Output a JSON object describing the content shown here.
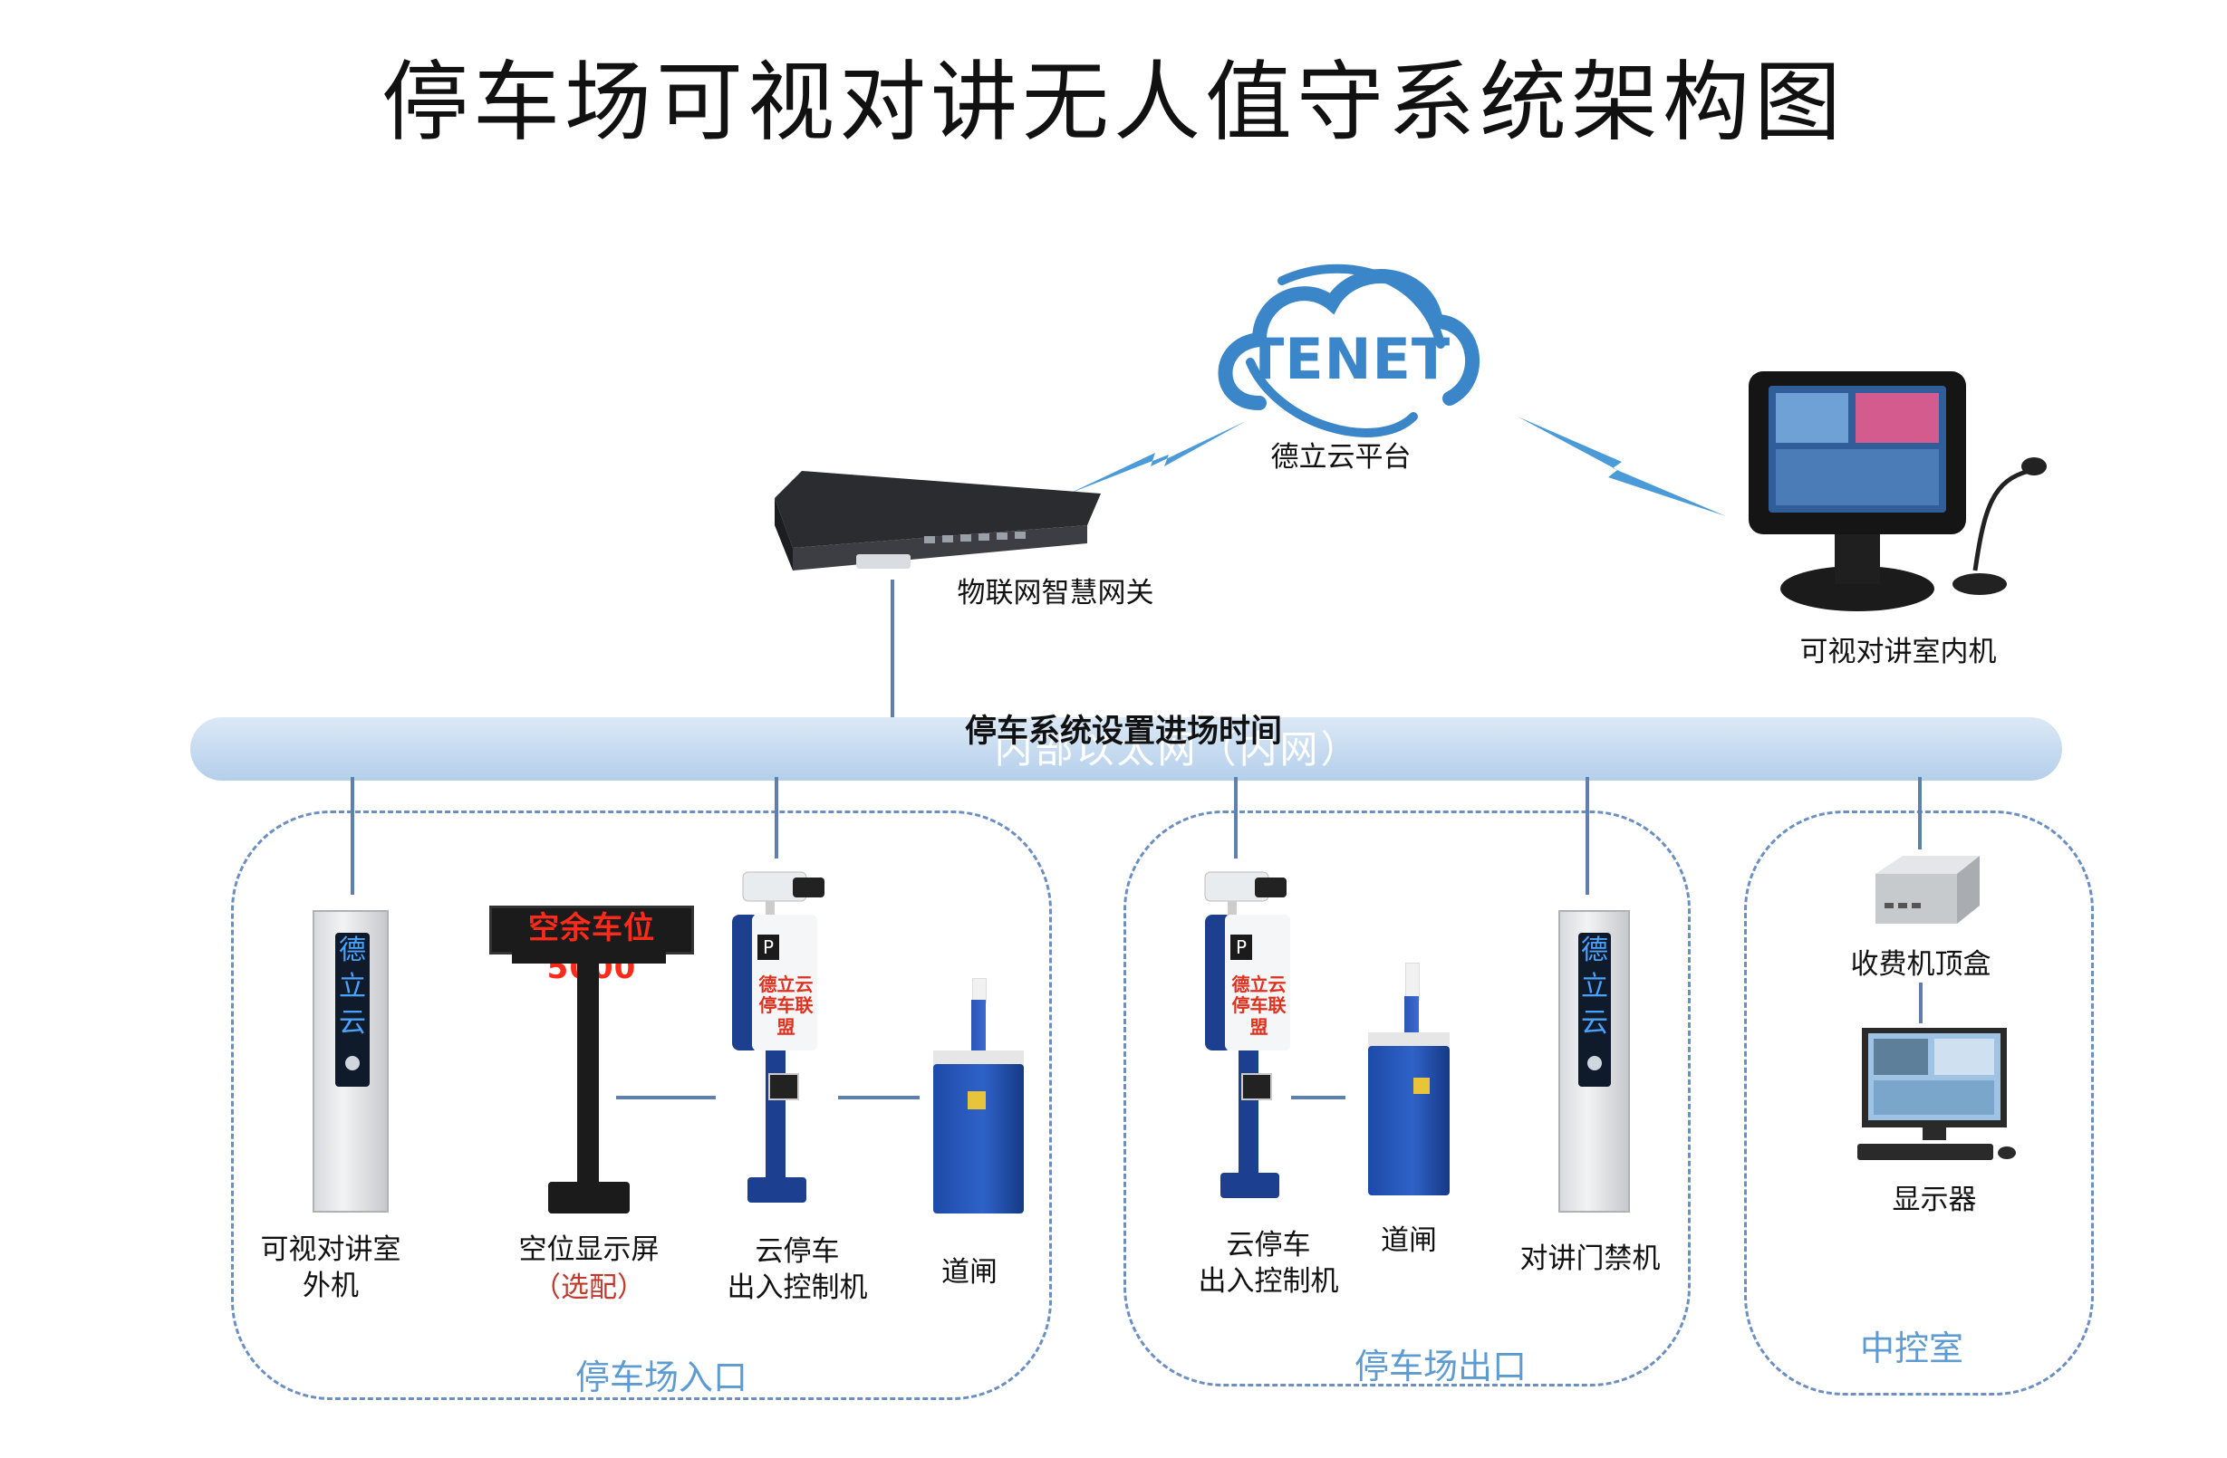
{
  "title": "停车场可视对讲无人值守系统架构图",
  "cloud": {
    "logo_text": "TENET",
    "label": "德立云平台"
  },
  "gateway": {
    "label": "物联网智慧网关"
  },
  "indoor_unit": {
    "label": "可视对讲室内机"
  },
  "bus": {
    "label": "内部以太网（内网）",
    "overlay_text": "停车系统设置进场时间"
  },
  "entrance": {
    "zone_label": "停车场入口",
    "outdoor_unit": {
      "label_line1": "可视对讲室",
      "label_line2": "外机",
      "panel_text": [
        "德",
        "立",
        "云"
      ]
    },
    "space_display": {
      "label": "空位显示屏",
      "note": "（选配）",
      "led_text": "空余车位5000"
    },
    "controller": {
      "label_line1": "云停车",
      "label_line2": "出入控制机",
      "screen_line1": "德立云",
      "screen_line2": "停车联盟"
    },
    "barrier": {
      "label": "道闸"
    }
  },
  "exit": {
    "zone_label": "停车场出口",
    "controller": {
      "label_line1": "云停车",
      "label_line2": "出入控制机",
      "screen_line1": "德立云",
      "screen_line2": "停车联盟"
    },
    "barrier": {
      "label": "道闸"
    },
    "access": {
      "label": "对讲门禁机",
      "panel_text": [
        "德",
        "立",
        "云"
      ]
    }
  },
  "control_room": {
    "zone_label": "中控室",
    "toll_box": {
      "label": "收费机顶盒"
    },
    "display": {
      "label": "显示器"
    }
  },
  "colors": {
    "accent": "#3b86c8",
    "bus": "#c3d9ef",
    "zone_border": "#6b8fc2",
    "zone_label": "#5d9bd1",
    "led": "#ff2a1a",
    "device_blue": "#1d3f8f"
  }
}
